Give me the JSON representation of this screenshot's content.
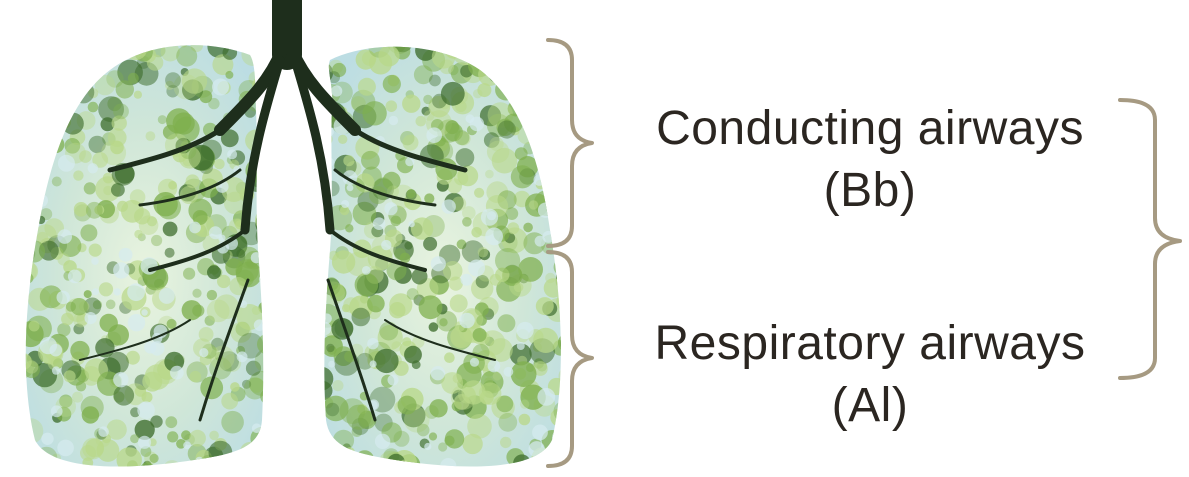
{
  "labels": {
    "conducting": {
      "title": "Conducting airways",
      "abbr": "(Bb)"
    },
    "respiratory": {
      "title": "Respiratory airways",
      "abbr": "(Al)"
    }
  },
  "colors": {
    "bracket": "#a69a82",
    "text": "#2b2621",
    "trunk": "#1e2e1c",
    "foliage_light": "#b9d889",
    "foliage_mid": "#7fb04e",
    "foliage_dark": "#3f6e2e",
    "lung_tint": "#d5ebf0"
  },
  "illustration": {
    "subject": "lungs-as-tree",
    "icon": "lungs-tree-icon"
  }
}
